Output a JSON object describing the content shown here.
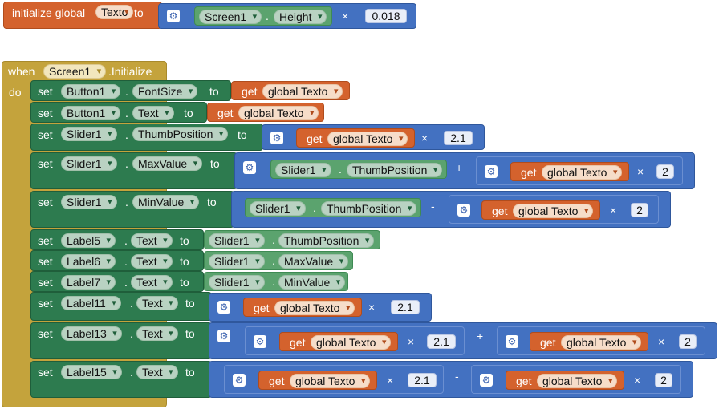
{
  "global": {
    "kw_initialize": "initialize global",
    "name": "Texto",
    "kw_to": "to",
    "comp": "Screen1",
    "prop": "Height",
    "op": "×",
    "value": "0.018"
  },
  "event": {
    "kw_when": "when",
    "comp": "Screen1",
    "event": ".Initialize",
    "kw_do": "do"
  },
  "kw": {
    "set": "set",
    "to": "to",
    "get": "get",
    "var": "global Texto",
    "mul": "×",
    "plus": "+",
    "minus": "-",
    "dot": "."
  },
  "rows": [
    {
      "comp": "Button1",
      "prop": "FontSize"
    },
    {
      "comp": "Button1",
      "prop": "Text"
    },
    {
      "comp": "Slider1",
      "prop": "ThumbPosition",
      "num": "2.1"
    },
    {
      "comp": "Slider1",
      "prop": "MaxValue",
      "src_comp": "Slider1",
      "src_prop": "ThumbPosition",
      "num": "2"
    },
    {
      "comp": "Slider1",
      "prop": "MinValue",
      "src_comp": "Slider1",
      "src_prop": "ThumbPosition",
      "num": "2"
    },
    {
      "comp": "Label5",
      "prop": "Text",
      "src_comp": "Slider1",
      "src_prop": "ThumbPosition"
    },
    {
      "comp": "Label6",
      "prop": "Text",
      "src_comp": "Slider1",
      "src_prop": "MaxValue"
    },
    {
      "comp": "Label7",
      "prop": "Text",
      "src_comp": "Slider1",
      "src_prop": "MinValue"
    },
    {
      "comp": "Label11",
      "prop": "Text",
      "num": "2.1"
    },
    {
      "comp": "Label13",
      "prop": "Text",
      "num1": "2.1",
      "num2": "2"
    },
    {
      "comp": "Label15",
      "prop": "Text",
      "num1": "2.1",
      "num2": "2"
    }
  ],
  "colors": {
    "control": "#c4a33c",
    "setter": "#2d7b4f",
    "math": "#4371c1",
    "variable": "#d4622d",
    "getter": "#5ba36e"
  },
  "icons": {
    "mutator": "gear-icon",
    "dropdown": "chevron-down-icon"
  }
}
